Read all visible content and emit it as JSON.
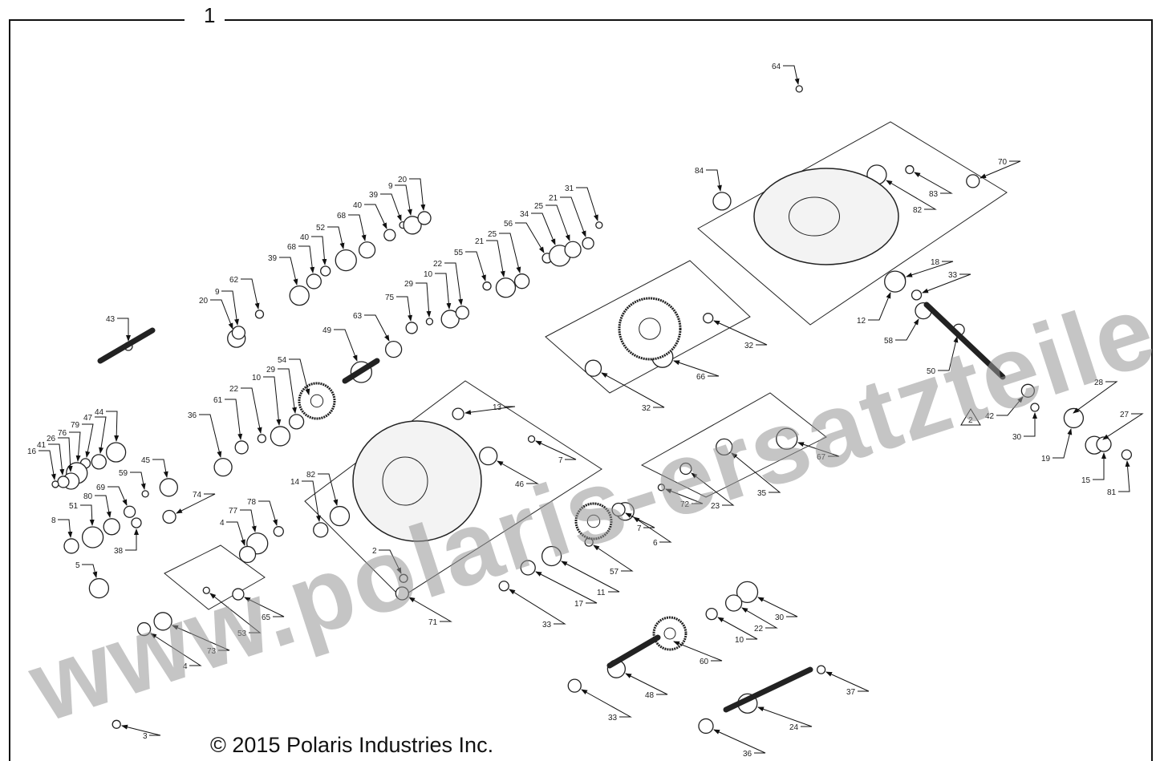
{
  "diagram": {
    "figure_number": "1",
    "copyright": "© 2015 Polaris Industries Inc.",
    "watermark": "www.polaris-ersatzteile.de",
    "note_triangle": "2",
    "callouts": [
      "64",
      "84",
      "70",
      "83",
      "82",
      "18",
      "33",
      "12",
      "58",
      "50",
      "28",
      "27",
      "42",
      "30",
      "19",
      "15",
      "81",
      "67",
      "35",
      "23",
      "72",
      "6",
      "7",
      "57",
      "11",
      "17",
      "33",
      "30",
      "22",
      "10",
      "60",
      "48",
      "33",
      "37",
      "24",
      "36",
      "32",
      "66",
      "32",
      "13",
      "7",
      "46",
      "71",
      "2",
      "82",
      "14",
      "78",
      "77",
      "4",
      "65",
      "53",
      "73",
      "4",
      "3",
      "5",
      "8",
      "38",
      "51",
      "80",
      "69",
      "59",
      "45",
      "74",
      "43",
      "44",
      "47",
      "79",
      "76",
      "26",
      "41",
      "16",
      "36",
      "61",
      "22",
      "10",
      "29",
      "54",
      "49",
      "63",
      "75",
      "29",
      "10",
      "22",
      "55",
      "21",
      "25",
      "56",
      "34",
      "25",
      "21",
      "31",
      "20",
      "9",
      "62",
      "39",
      "68",
      "40",
      "52",
      "68",
      "40",
      "39",
      "9",
      "20"
    ]
  }
}
